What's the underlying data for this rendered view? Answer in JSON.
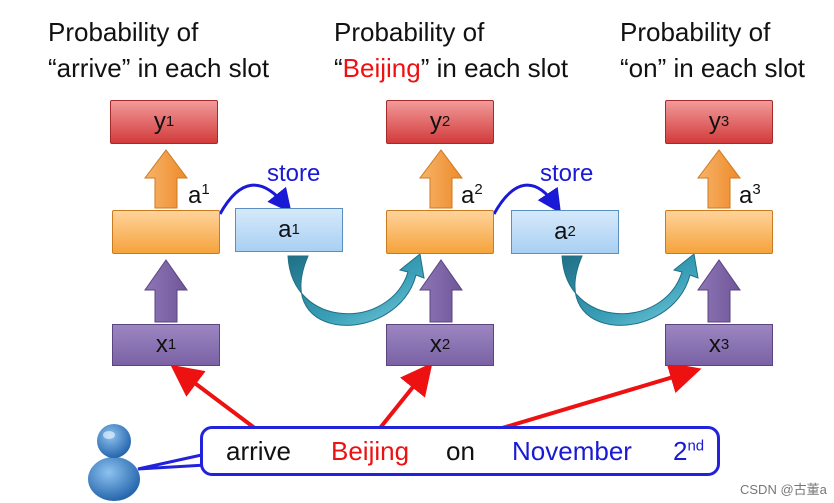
{
  "titles": [
    {
      "line1": "Probability of",
      "before": "“",
      "word": "arrive",
      "after": "” in each slot",
      "word_color": "#111111"
    },
    {
      "line1": "Probability of",
      "before": "“",
      "word": "Beijing",
      "after": "” in each slot",
      "word_color": "#ee1111"
    },
    {
      "line1": "Probability of",
      "before": "“",
      "word": "on",
      "after": "” in each slot",
      "word_color": "#111111"
    }
  ],
  "outputs": [
    {
      "base": "y",
      "sup": "1"
    },
    {
      "base": "y",
      "sup": "2"
    },
    {
      "base": "y",
      "sup": "3"
    }
  ],
  "hidden_labels": [
    {
      "base": "a",
      "sup": "1"
    },
    {
      "base": "a",
      "sup": "2"
    },
    {
      "base": "a",
      "sup": "3"
    }
  ],
  "memory": [
    {
      "base": "a",
      "sup": "1"
    },
    {
      "base": "a",
      "sup": "2"
    }
  ],
  "store_labels": [
    "store",
    "store"
  ],
  "inputs": [
    {
      "base": "x",
      "sup": "1"
    },
    {
      "base": "x",
      "sup": "2"
    },
    {
      "base": "x",
      "sup": "3"
    }
  ],
  "sentence": [
    {
      "text": "arrive",
      "color": "#111111"
    },
    {
      "text": "Beijing",
      "color": "#ee1111"
    },
    {
      "text": "on",
      "color": "#111111"
    },
    {
      "text": "November",
      "color": "#1a1ad6"
    },
    {
      "text": "2",
      "sup": "nd",
      "color": "#1a1ad6"
    }
  ],
  "watermark": "CSDN @古董a",
  "colors": {
    "output": "#d23b3b",
    "hidden": "#f5a33c",
    "input": "#7a62a5",
    "memory": "#a9d0f2",
    "store_arrow": "#1a1ad6",
    "recurrent_arrow": "#3a9fb5",
    "input_arrow": "#ee1111"
  },
  "icons": [
    "user-icon"
  ]
}
